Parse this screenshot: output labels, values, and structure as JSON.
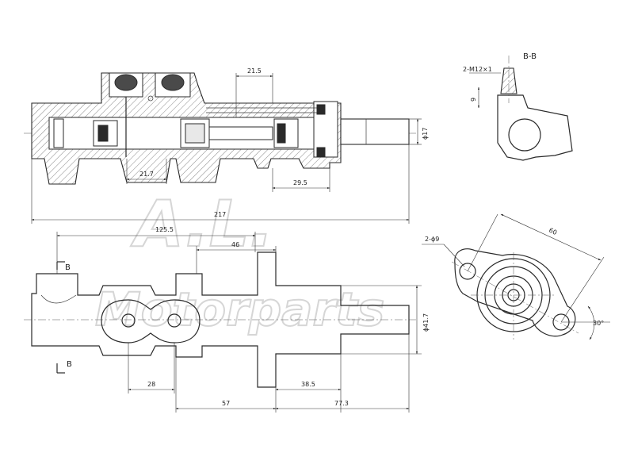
{
  "dimensions": {
    "d21_5": "21.5",
    "d17": "ϕ17",
    "d21_7": "21.7",
    "d29_5": "29.5",
    "d217": "217",
    "d125_5": "125.5",
    "d46": "46",
    "d41_7": "ϕ41.7",
    "d28": "28",
    "d38_5": "38.5",
    "d57": "57",
    "d77_3": "77.3",
    "d60": "60",
    "d30": "30°",
    "thread": "2-M12×1",
    "hole": "2-ϕ9",
    "depth9": "9"
  },
  "section": {
    "title": "B-B",
    "mark_top": "B",
    "mark_bottom": "B"
  },
  "watermark": {
    "line1": "A.L.",
    "line2": "Motorparts"
  }
}
